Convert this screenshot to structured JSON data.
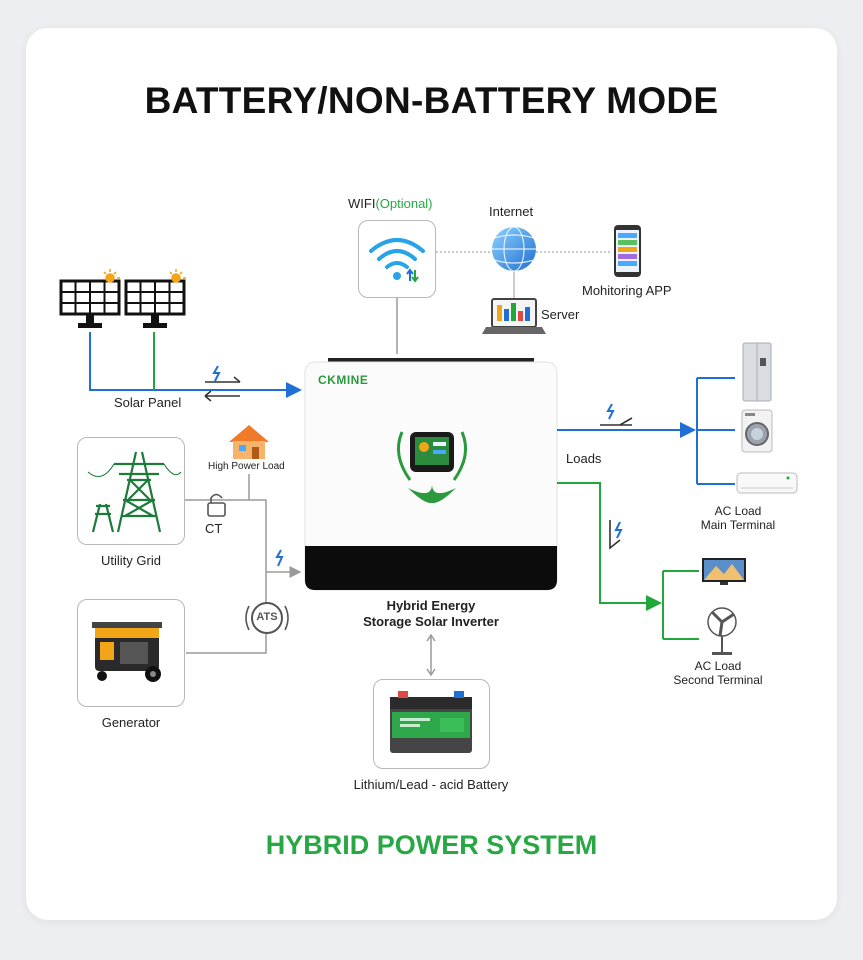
{
  "title": "BATTERY/NON-BATTERY MODE",
  "footer": "HYBRID POWER SYSTEM",
  "brand": "CKMINE",
  "colors": {
    "blue_line": "#1f6fd6",
    "green_line": "#22a83a",
    "gray_line": "#9a9a9a",
    "accent_green": "#27a844"
  },
  "labels": {
    "wifi": "WIFI",
    "wifi_optional": "(Optional)",
    "internet": "Internet",
    "monitoring_app": "Mohitoring APP",
    "server": "Server",
    "solar_panel": "Solar Panel",
    "high_power_load": "High Power Load",
    "ct": "CT",
    "utility_grid": "Utility Grid",
    "ats": "ATS",
    "generator": "Generator",
    "inverter_line1": "Hybrid Energy",
    "inverter_line2": "Storage Solar Inverter",
    "loads": "Loads",
    "ac_main_1": "AC Load",
    "ac_main_2": "Main Terminal",
    "ac_second_1": "AC Load",
    "ac_second_2": "Second Terminal",
    "battery": "Lithium/Lead - acid Battery"
  }
}
